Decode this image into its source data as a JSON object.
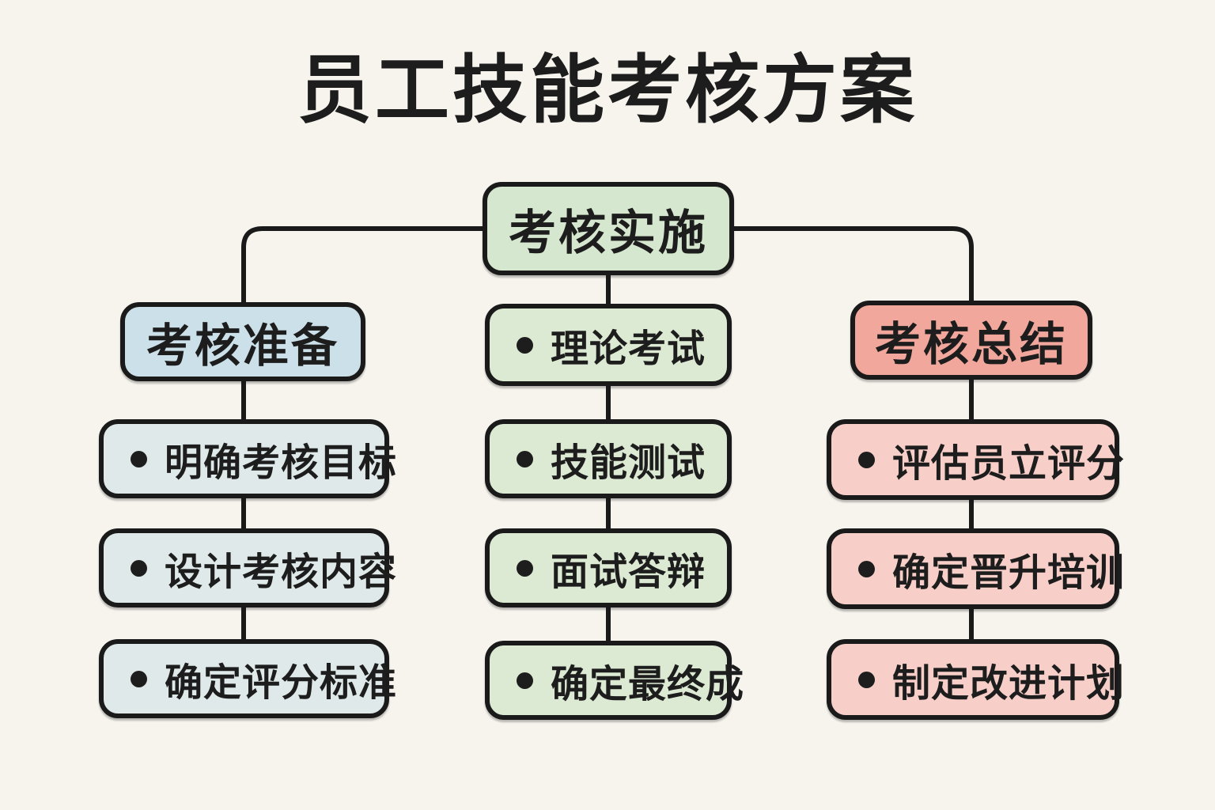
{
  "page": {
    "background": "#f7f4ee",
    "line_color": "#1a1a1a",
    "text_color": "#1d1d1d"
  },
  "title": "员工技能考核方案",
  "root_node": {
    "label": "考核实施",
    "fill": "#d6e7cf"
  },
  "columns": [
    {
      "name": "preparation",
      "header": {
        "label": "考核准备",
        "fill": "#cbe0e8"
      },
      "item_fill": "#dfe9e9",
      "items": [
        {
          "label": "明确考核目标"
        },
        {
          "label": "设计考核内容"
        },
        {
          "label": "确定评分标准"
        }
      ]
    },
    {
      "name": "implementation",
      "item_fill": "#dcead4",
      "items": [
        {
          "label": "理论考试"
        },
        {
          "label": "技能测试"
        },
        {
          "label": "面试答辩"
        },
        {
          "label": "确定最终成"
        }
      ]
    },
    {
      "name": "summary",
      "header": {
        "label": "考核总结",
        "fill": "#f2a79c"
      },
      "item_fill": "#f7cfc8",
      "items": [
        {
          "label": "评估员立评分"
        },
        {
          "label": "确定晋升培训"
        },
        {
          "label": "制定改进计划"
        }
      ]
    }
  ]
}
